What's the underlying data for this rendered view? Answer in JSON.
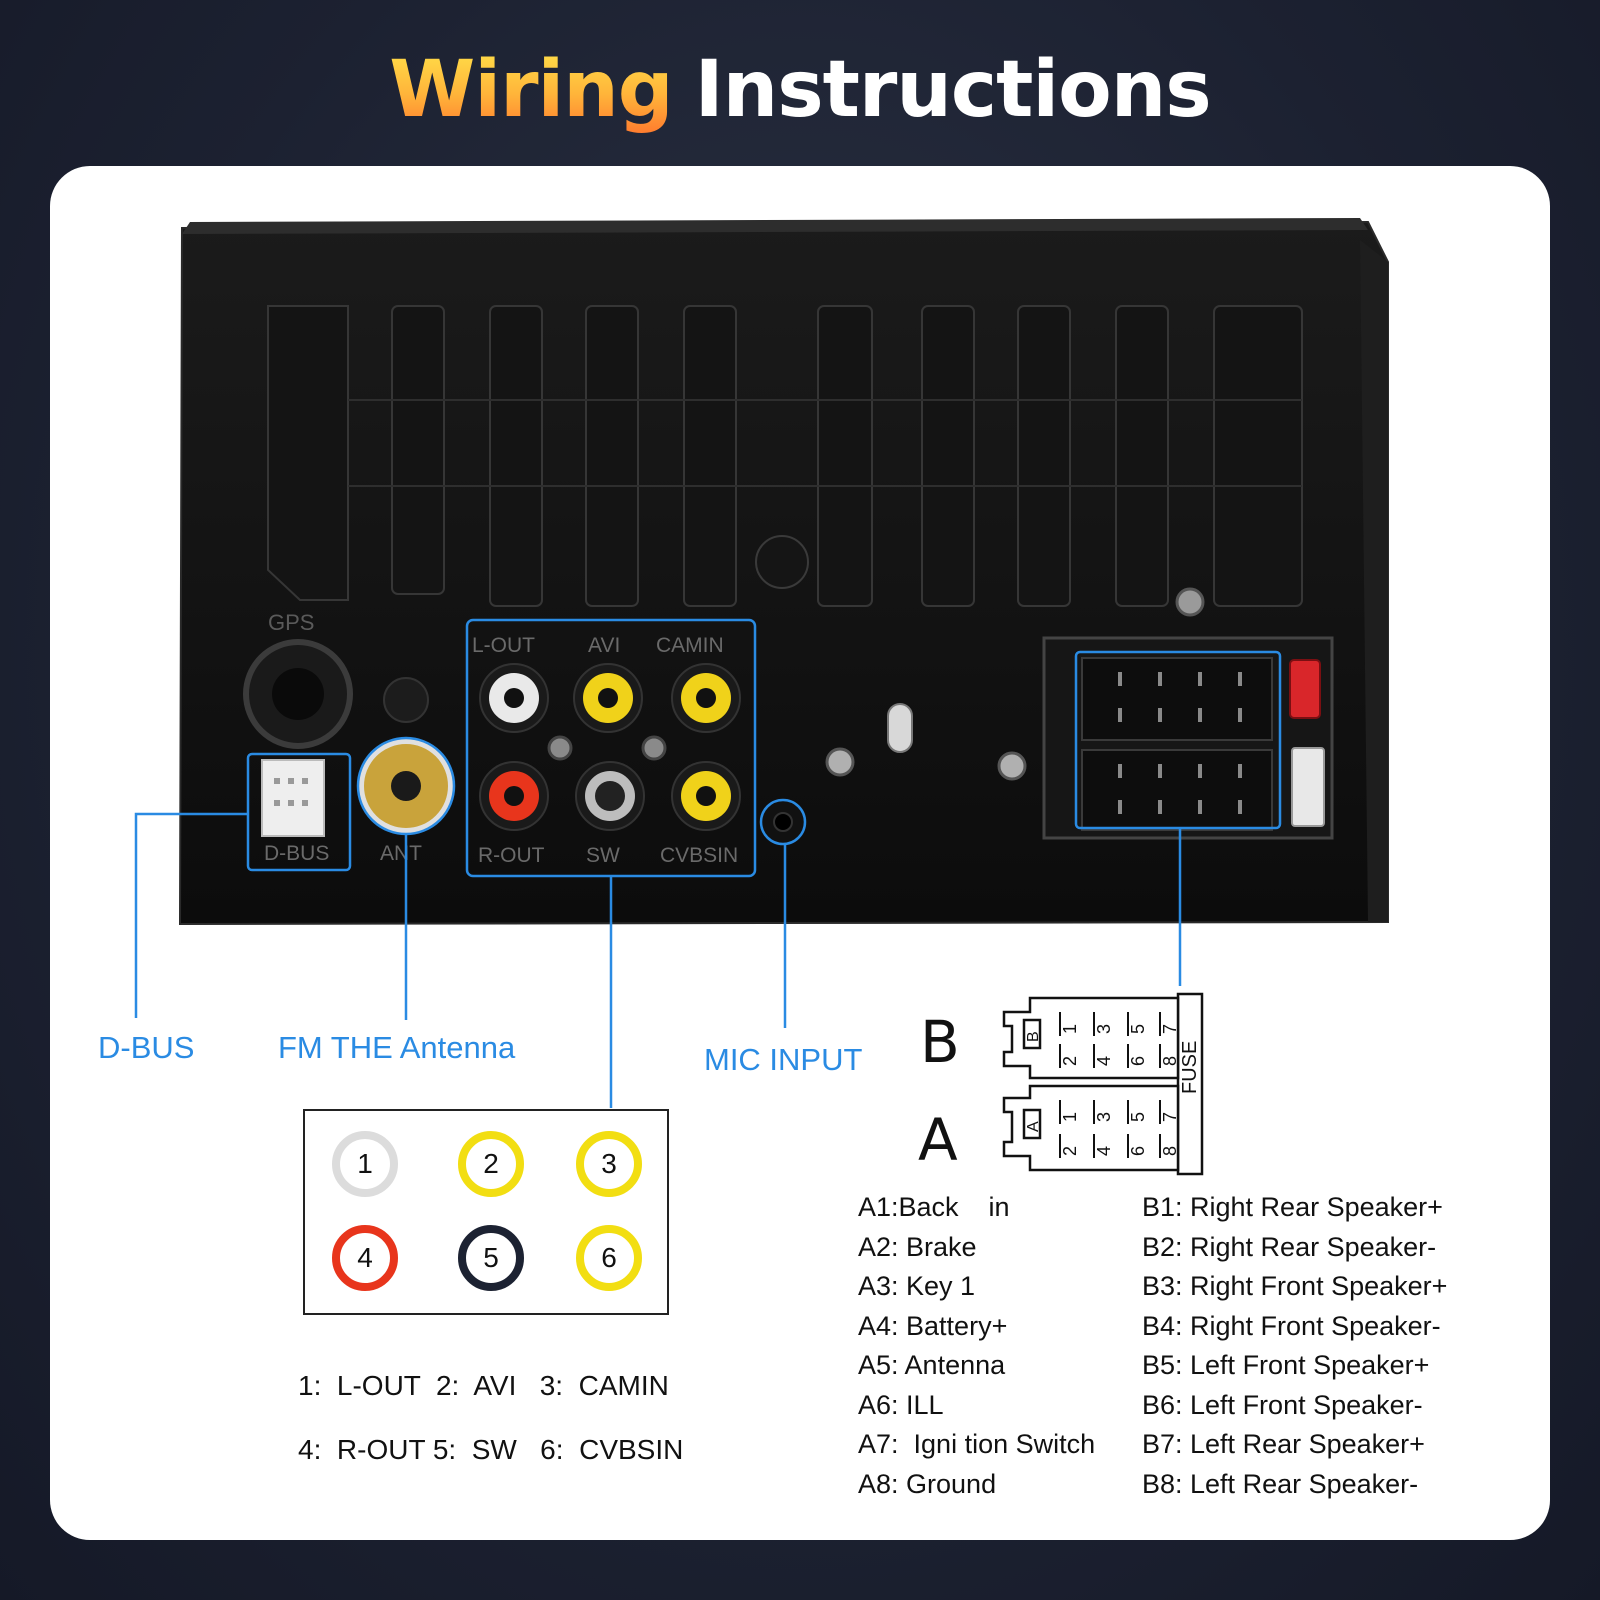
{
  "title": {
    "word1": "Wiring",
    "word2": "Instructions"
  },
  "unit_labels": {
    "gps": "GPS",
    "dbus": "D-BUS",
    "ant": "ANT",
    "l_out": "L-OUT",
    "avi": "AVI",
    "camin": "CAMIN",
    "r_out": "R-OUT",
    "sw": "SW",
    "cvbsin": "CVBSIN"
  },
  "callouts": {
    "dbus": "D-BUS",
    "antenna": "FM THE Antenna",
    "mic": "MIC INPUT"
  },
  "rca_legend": {
    "circles": [
      {
        "num": "1",
        "color": "#dcdcdc"
      },
      {
        "num": "2",
        "color": "#f2de12"
      },
      {
        "num": "3",
        "color": "#f2de12"
      },
      {
        "num": "4",
        "color": "#e8351c"
      },
      {
        "num": "5",
        "color": "#1c2232"
      },
      {
        "num": "6",
        "color": "#f2de12"
      }
    ],
    "line1": "1:  L-OUT  2:  AVI   3:  CAMIN",
    "line2": "4:  R-OUT 5:  SW   6:  CVBSIN"
  },
  "iso_connector": {
    "label_b": "B",
    "label_a": "A",
    "tab_b": "B",
    "tab_a": "A",
    "fuse": "FUSE",
    "top_digits": [
      "1",
      "3",
      "5",
      "7"
    ],
    "bottom_digits": [
      "2",
      "4",
      "6",
      "8"
    ]
  },
  "pins_a": [
    "A1:Back    in",
    "A2: Brake",
    "A3: Key 1",
    "A4: Battery+",
    "A5: Antenna",
    "A6: ILL",
    "A7:  Igni tion Switch",
    "A8: Ground"
  ],
  "pins_b": [
    "B1: Right Rear Speaker+",
    "B2: Right Rear Speaker-",
    "B3: Right Front Speaker+",
    "B4: Right Front Speaker-",
    "B5: Left Front Speaker+",
    "B6: Left Front Speaker-",
    "B7: Left Rear Speaker+",
    "B8: Left Rear Speaker-"
  ],
  "colors": {
    "callout_blue": "#2a8be3",
    "rca_white": "#e9e9e9",
    "rca_yellow": "#f0d21a",
    "rca_red": "#e8351c",
    "rca_black": "#222222",
    "antenna_gold": "#c9a33b",
    "fuse_red": "#d9262a"
  }
}
